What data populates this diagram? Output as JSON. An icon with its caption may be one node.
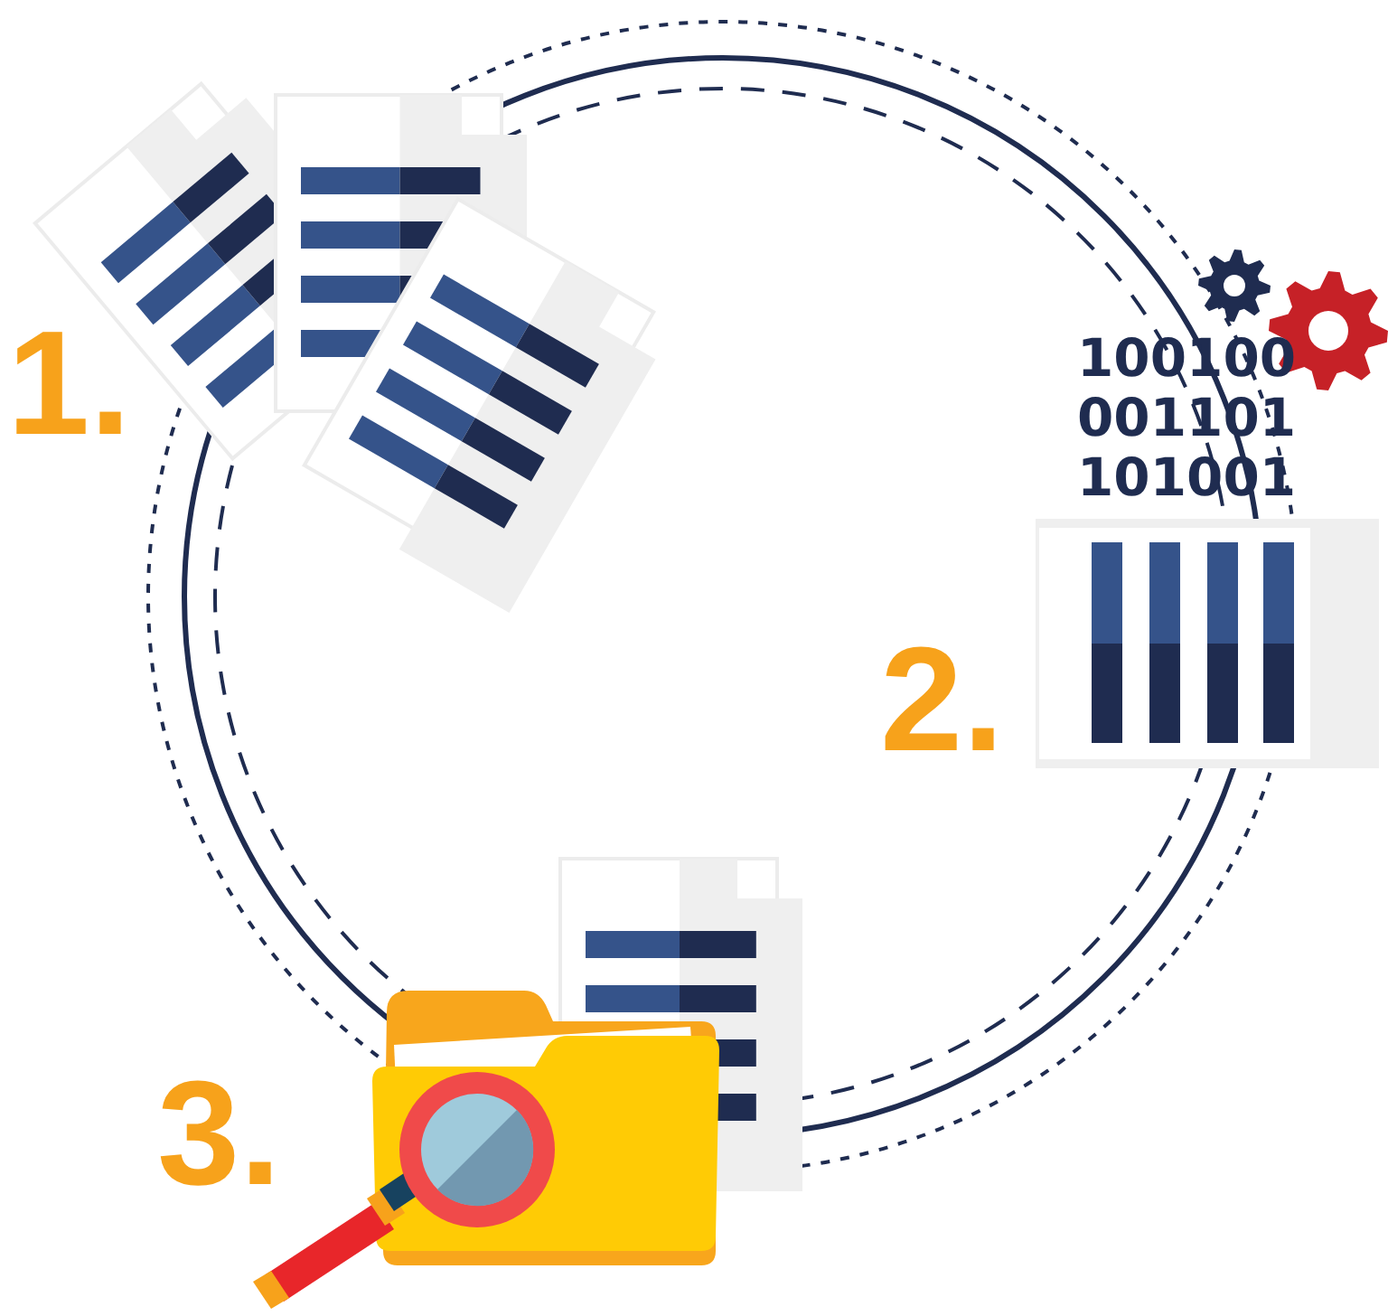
{
  "diagram": {
    "labels": [
      "1.",
      "100100 001101 101001",
      "2.",
      "3."
    ]
  }
}
